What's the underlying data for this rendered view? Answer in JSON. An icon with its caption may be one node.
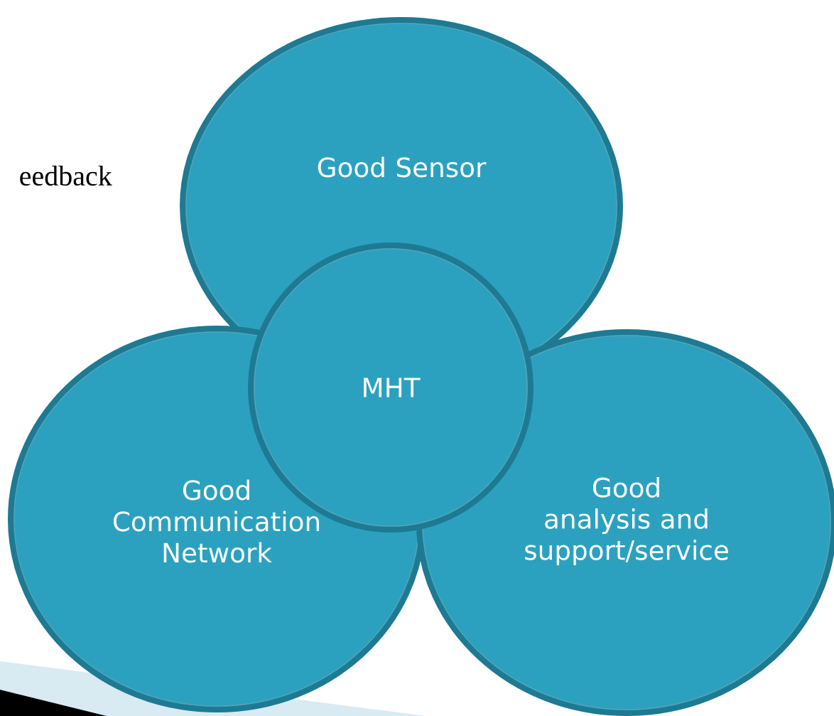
{
  "diagram": {
    "nodes": [
      {
        "text": [
          "Good Sensor"
        ]
      },
      {
        "text": [
          "MHT"
        ]
      },
      {
        "text": [
          "Good Communication Network"
        ]
      },
      {
        "text": [
          "Good analysis and support/service"
        ]
      }
    ],
    "labels": [
      "eedback"
    ]
  }
}
